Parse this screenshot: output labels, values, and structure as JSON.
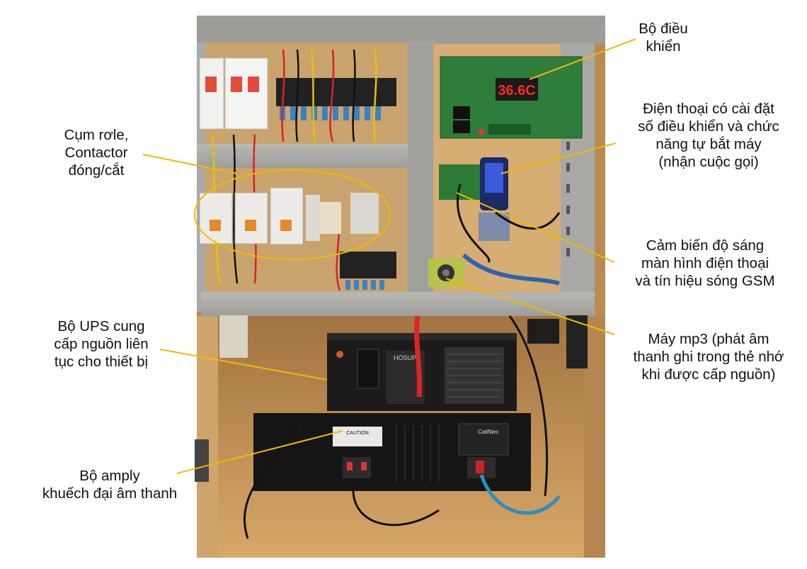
{
  "figure": {
    "photo_alt": "Photo of an open wooden control cabinet with relays, contactors, a controller board with LED display, a phone module, an mp3 module, a UPS and an amplifier",
    "display_readout": "36.6C",
    "ups_brand": "HOSUP",
    "amp_brand": "CaliNiec",
    "caution_text": "CAUTION"
  },
  "labels": {
    "controller": [
      "Bộ điều",
      "khiển"
    ],
    "phone": [
      "Điện thoại có cài đặt",
      "số điều khiển và chức",
      "năng tự bắt máy",
      "(nhận cuộc gọi)"
    ],
    "relay": [
      "Cụm rơle,",
      "Contactor",
      "đóng/cắt"
    ],
    "sensor": [
      "Cảm biến độ sáng",
      "màn hình điện thoại",
      "và tín hiệu sóng GSM"
    ],
    "ups": [
      "Bộ UPS cung",
      "cấp nguồn liên",
      "tục cho thiết bị"
    ],
    "mp3": [
      "Máy mp3 (phát âm",
      "thanh ghi trong thẻ nhớ",
      "khi được cấp nguồn)"
    ],
    "amp": [
      "Bộ amply",
      "khuếch đại âm thanh"
    ]
  },
  "colors": {
    "leader_line": "#f5b800",
    "label_text": "#111111",
    "led_red": "#ff2a1a",
    "pcb_green": "#2f7d3a",
    "wood": "#c99a5e",
    "cabinet_gray": "#a9aaa6"
  }
}
